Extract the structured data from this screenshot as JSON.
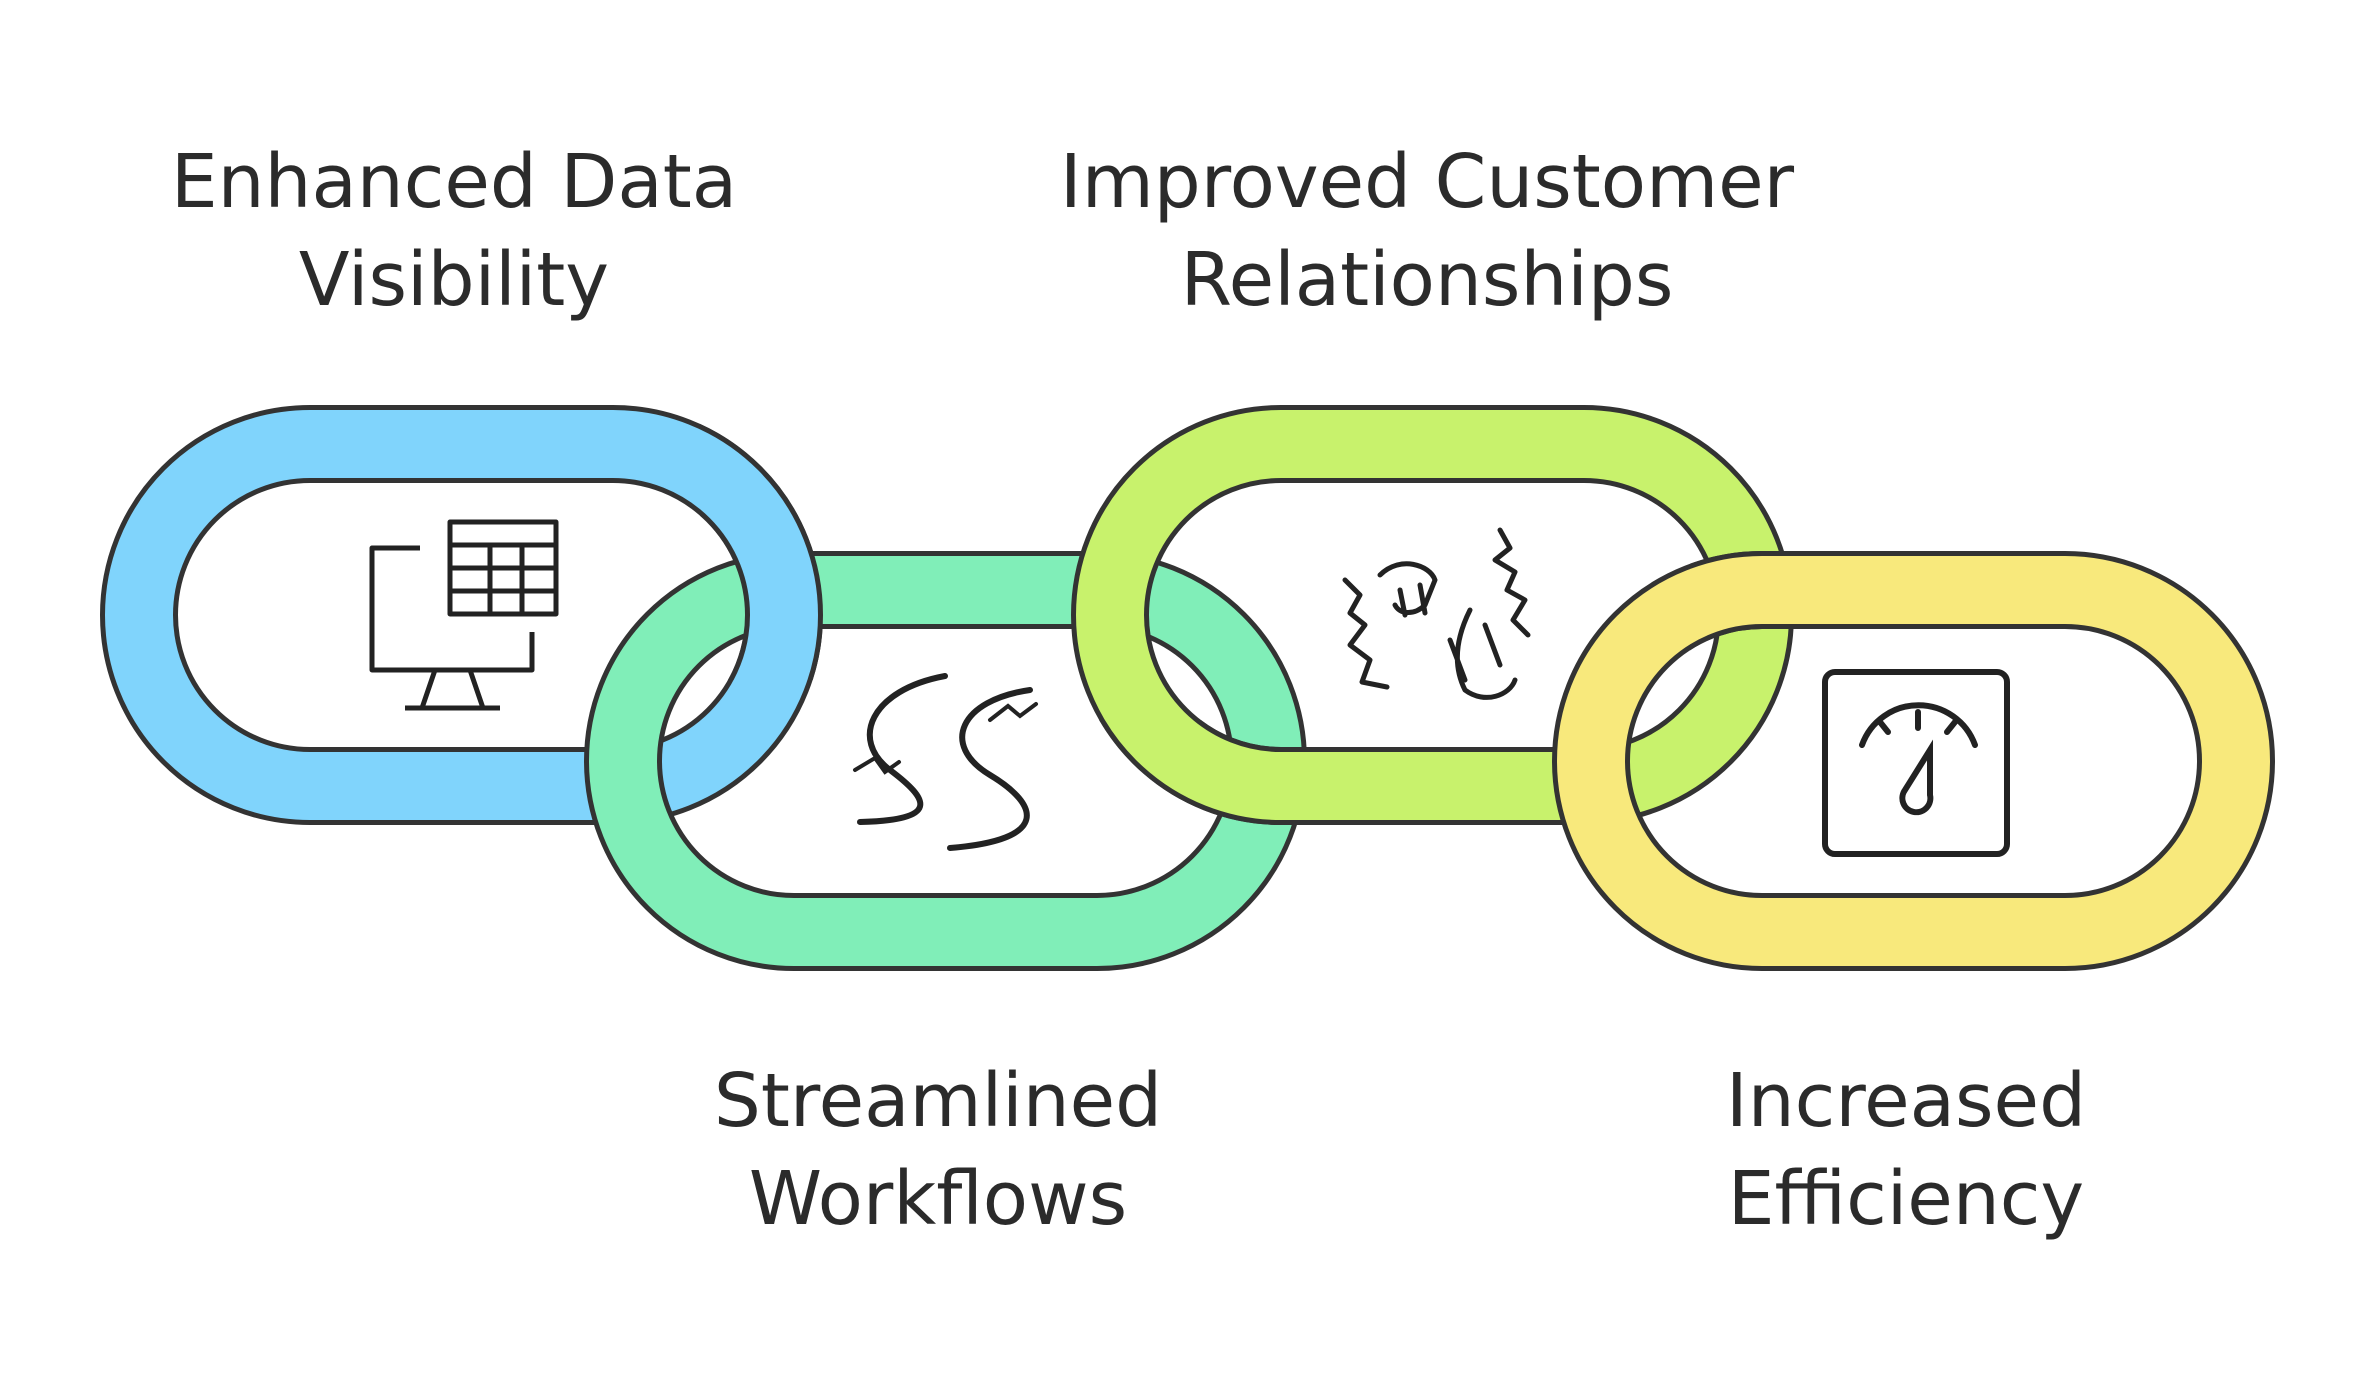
{
  "links": [
    {
      "line1": "Enhanced Data",
      "line2": "Visibility",
      "color": "#80d4fc",
      "icon": "monitor-spreadsheet-icon"
    },
    {
      "line1": "Streamlined",
      "line2": "Workflows",
      "color": "#80eeb8",
      "icon": "winding-road-icon"
    },
    {
      "line1": "Improved Customer",
      "line2": "Relationships",
      "color": "#c8f26c",
      "icon": "handshake-icon"
    },
    {
      "line1": "Increased",
      "line2": "Efficiency",
      "color": "#f8e97c",
      "icon": "speedometer-icon"
    }
  ],
  "outline_color": "#333333"
}
